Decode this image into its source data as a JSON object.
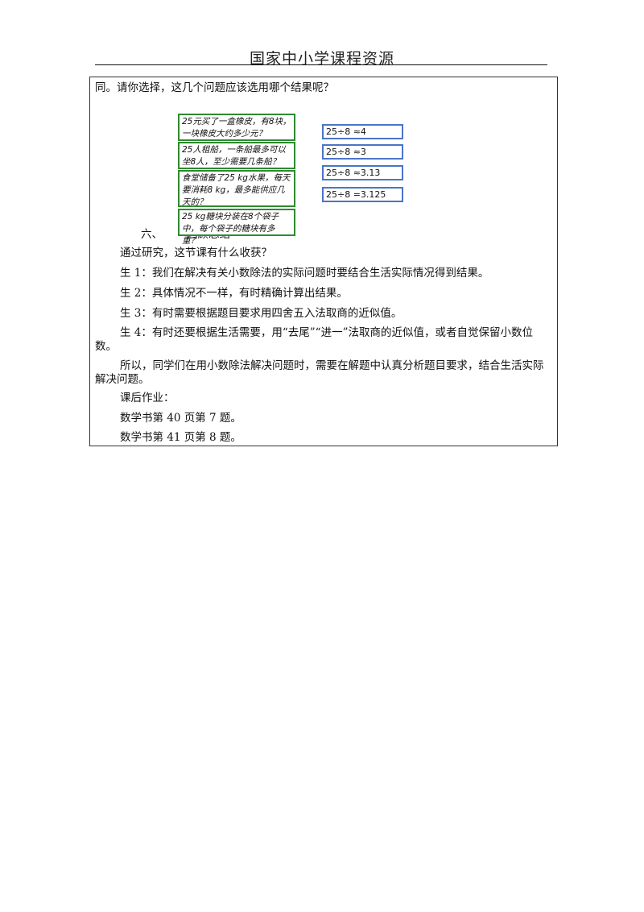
{
  "header": {
    "title": "国家中小学课程资源"
  },
  "intro": "同。请你选择，这几个问题应该选用哪个结果呢？",
  "problems": [
    "25元买了一盒橡皮，有8块，一块橡皮大约多少元？",
    "25人租船，一条船最多可以坐8人，至少需要几条船？",
    "食堂储备了25 kg水果，每天要消耗8 kg，最多能供应几天的？",
    "25 kg糖块分装在8个袋子中，每个袋子的糖块有多重？"
  ],
  "results": [
    "25÷8 ≈4",
    "25÷8 ≈3",
    "25÷8 ≈3.13",
    "25÷8 =3.125"
  ],
  "section": {
    "number": "六、",
    "title": "回顾总结"
  },
  "paragraphs": [
    "通过研究，这节课有什么收获？",
    "生 1：我们在解决有关小数除法的实际问题时要结合生活实际情况得到结果。",
    "生 2：具体情况不一样，有时精确计算出结果。",
    "生 3：有时需要根据题目要求用四舍五入法取商的近似值。",
    "生 4：有时还要根据生活需要，用“去尾”“进一”法取商的近似值，或者自觉保留小数位数。",
    "所以，同学们在用小数除法解决问题时，需要在解题中认真分析题目要求，结合生活实际解决问题。",
    "课后作业：",
    "数学书第 40 页第 7 题。",
    "数学书第 41 页第 8 题。"
  ],
  "colors": {
    "problem_border": "#2e8b2e",
    "result_border": "#4a74c9"
  }
}
